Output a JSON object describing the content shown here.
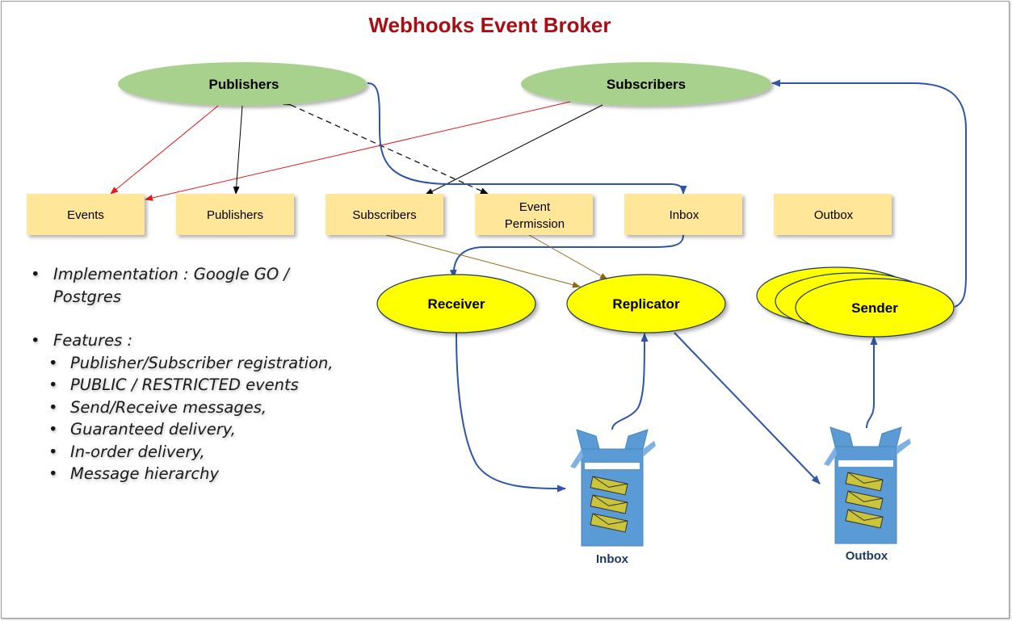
{
  "title": "Webhooks Event Broker",
  "actors": {
    "publishers": "Publishers",
    "subscribers": "Subscribers"
  },
  "tables": {
    "events": "Events",
    "publishers": "Publishers",
    "subscribers": "Subscribers",
    "event_permission_line1": "Event",
    "event_permission_line2": "Permission",
    "inbox": "Inbox",
    "outbox": "Outbox"
  },
  "processes": {
    "receiver": "Receiver",
    "replicator": "Replicator",
    "sender": "Sender"
  },
  "queues": {
    "inbox": "Inbox",
    "outbox": "Outbox"
  },
  "features": {
    "implementation_line1": "Implementation : Google GO /",
    "implementation_line2": "Postgres",
    "heading": "Features :",
    "items": [
      "Publisher/Subscriber registration,",
      "PUBLIC / RESTRICTED events",
      "Send/Receive messages,",
      "Guaranteed delivery,",
      "In-order delivery,",
      "Message hierarchy"
    ]
  },
  "colors": {
    "title": "#a50f15",
    "actor_fill": "#a9d18e",
    "table_fill": "#ffe699",
    "process_fill": "#ffff00",
    "queue_fill": "#5b9bd5",
    "flow_line": "#2f55a4",
    "red_line": "#e31a1c",
    "brown_line": "#8b6914"
  }
}
